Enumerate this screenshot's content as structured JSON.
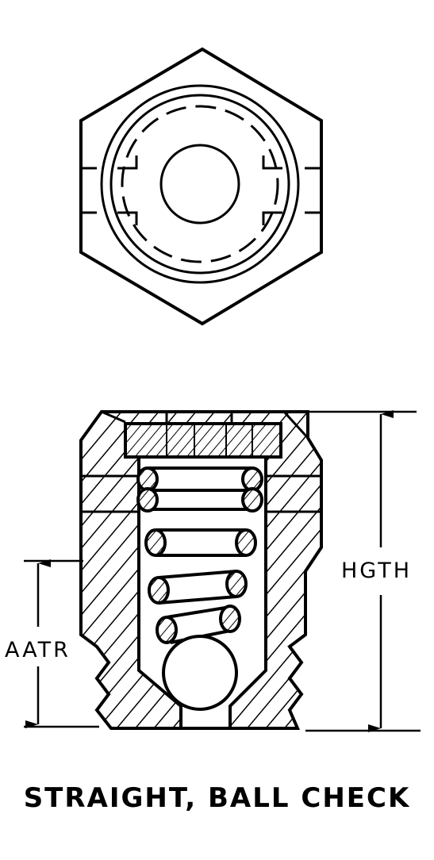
{
  "figure": {
    "caption": "STRAIGHT, BALL CHECK",
    "dimensions": {
      "height_label": "HGTH",
      "thread_length_label": "AATR"
    },
    "views": {
      "top": "hex-end-view",
      "side": "cross-section-view"
    },
    "colors": {
      "line": "#000000",
      "background": "#ffffff"
    }
  }
}
